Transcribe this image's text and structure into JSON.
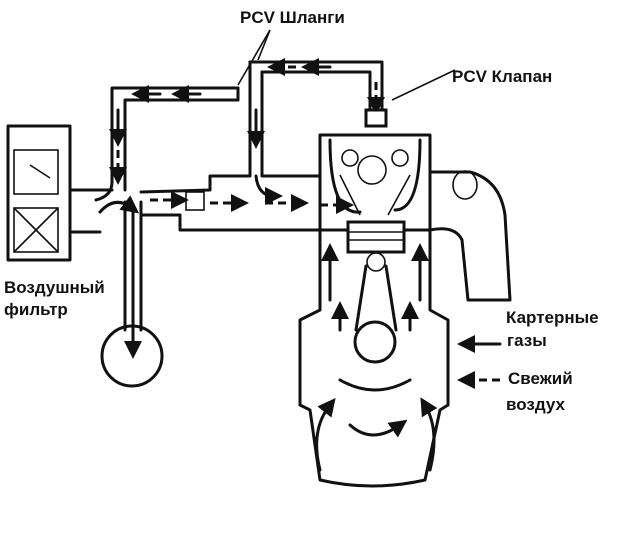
{
  "labels": {
    "pcv_hoses": "PCV Шланги",
    "pcv_valve": "PCV Клапан",
    "air_filter_line1": "Воздушный",
    "air_filter_line2": "фильтр",
    "crankcase_line1": "Картерные",
    "crankcase_line2": "газы",
    "fresh_line1": "Свежий",
    "fresh_line2": "воздух"
  },
  "legend": {
    "crankcase_gases": "solid-arrow-icon",
    "fresh_air": "dashed-arrow-icon"
  }
}
